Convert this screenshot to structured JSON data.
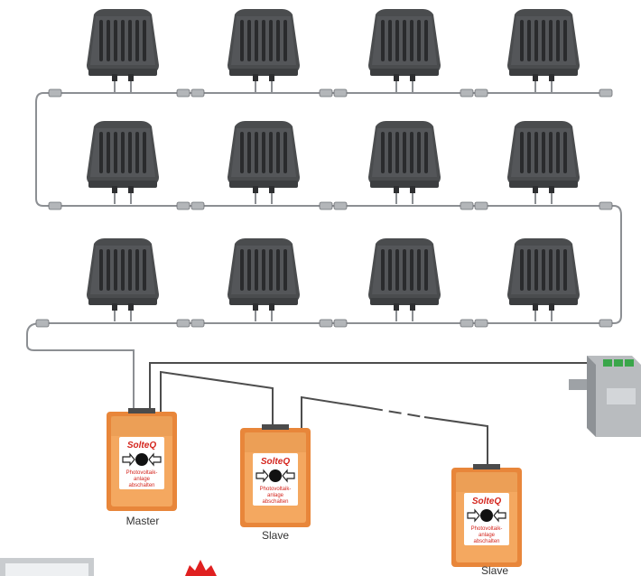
{
  "colors": {
    "background": "#ffffff",
    "module_body": "#4a4c4e",
    "module_dark": "#2a2b2d",
    "cable": "#8c8f93",
    "wire": "#4d4d4d",
    "button_orange": "#e8863a",
    "button_face": "#f4a860",
    "brand_red": "#d4261e",
    "psu_body": "#b9bcbf",
    "psu_terminal": "#3aa64a",
    "flash_red": "#e02020"
  },
  "module_rows": [
    {
      "row": "top",
      "count": 4
    },
    {
      "row": "middle",
      "count": 4
    },
    {
      "row": "bottom",
      "count": 4
    }
  ],
  "buttons": [
    {
      "role": "master",
      "brand": "SolteQ",
      "text_lines": [
        "Photovoltaik-",
        "anlage",
        "abschalten"
      ],
      "caption": "Master"
    },
    {
      "role": "slave",
      "brand": "SolteQ",
      "text_lines": [
        "Photovoltaik-",
        "anlage",
        "abschalten"
      ],
      "caption": "Slave"
    },
    {
      "role": "slave",
      "brand": "SolteQ",
      "text_lines": [
        "Photovoltaik-",
        "anlage",
        "abschalten"
      ],
      "caption": "Slave"
    }
  ],
  "icons": {
    "module": "pv-disconnect-module-icon",
    "power_supply": "din-rail-power-supply-icon",
    "button": "emergency-stop-button-icon",
    "monitor": "monitor-icon",
    "warning": "warning-flash-icon"
  }
}
